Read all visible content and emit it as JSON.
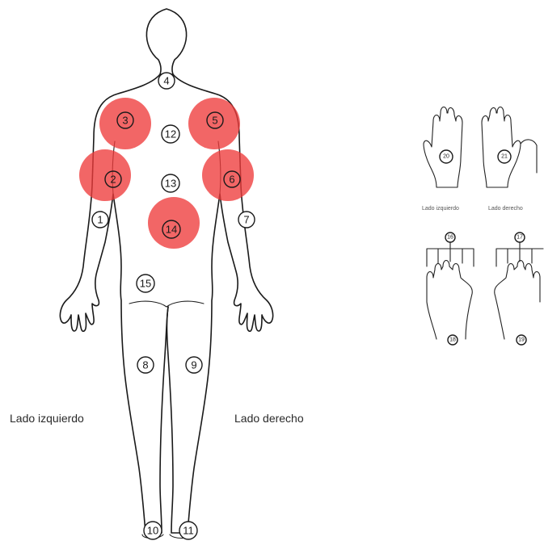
{
  "body_diagram": {
    "left_label": "Lado izquierdo",
    "right_label": "Lado derecho",
    "highlight_color": "#ee3b3b",
    "regions": [
      {
        "id": "1",
        "label": "1",
        "highlighted": false
      },
      {
        "id": "2",
        "label": "2",
        "highlighted": true
      },
      {
        "id": "3",
        "label": "3",
        "highlighted": true
      },
      {
        "id": "4",
        "label": "4",
        "highlighted": false
      },
      {
        "id": "5",
        "label": "5",
        "highlighted": true
      },
      {
        "id": "6",
        "label": "6",
        "highlighted": true
      },
      {
        "id": "7",
        "label": "7",
        "highlighted": false
      },
      {
        "id": "8",
        "label": "8",
        "highlighted": false
      },
      {
        "id": "9",
        "label": "9",
        "highlighted": false
      },
      {
        "id": "10",
        "label": "10",
        "highlighted": false
      },
      {
        "id": "11",
        "label": "11",
        "highlighted": false
      },
      {
        "id": "12",
        "label": "12",
        "highlighted": false
      },
      {
        "id": "13",
        "label": "13",
        "highlighted": false
      },
      {
        "id": "14",
        "label": "14",
        "highlighted": true
      },
      {
        "id": "15",
        "label": "15",
        "highlighted": false
      }
    ]
  },
  "hands_diagram": {
    "left_label": "Lado izquierdo",
    "right_label": "Lado derecho",
    "regions": [
      {
        "id": "16",
        "label": "16"
      },
      {
        "id": "17",
        "label": "17"
      },
      {
        "id": "18",
        "label": "18"
      },
      {
        "id": "19",
        "label": "19"
      },
      {
        "id": "20",
        "label": "20"
      },
      {
        "id": "21",
        "label": "21"
      }
    ]
  }
}
